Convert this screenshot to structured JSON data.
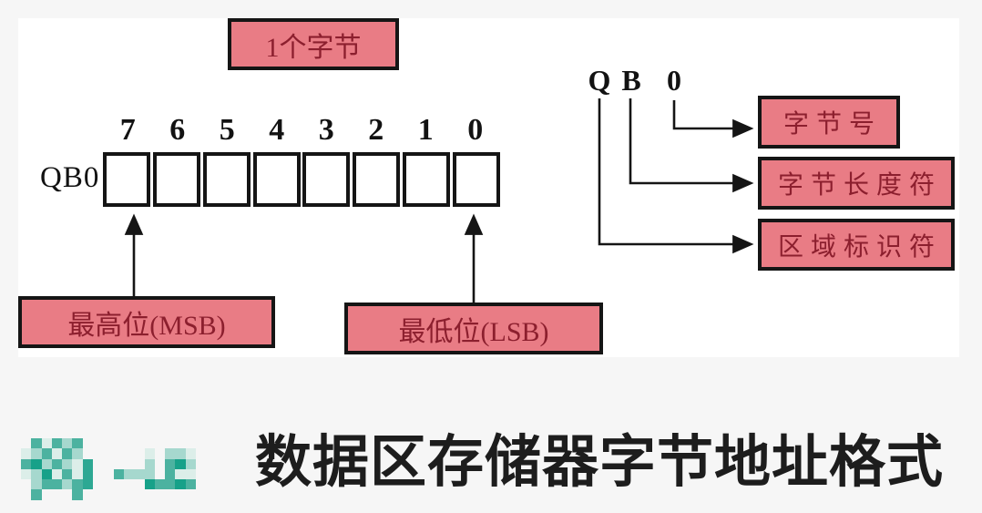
{
  "colors": {
    "background": "#f6f6f6",
    "panel": "#ffffff",
    "pink": "#e97c85",
    "dark_red": "#8c1f2e",
    "line": "#151515",
    "caption": "#1d1d1d"
  },
  "byte_box": {
    "label": "1个字节"
  },
  "register": {
    "name": "QB0",
    "bits": [
      "7",
      "6",
      "5",
      "4",
      "3",
      "2",
      "1",
      "0"
    ]
  },
  "msb_box": {
    "label": "最高位(MSB)"
  },
  "lsb_box": {
    "label": "最低位(LSB)"
  },
  "address_code": {
    "letters": [
      "Q",
      "B",
      "0"
    ]
  },
  "legend_boxes": [
    {
      "label": "字节号"
    },
    {
      "label": "字节长度符"
    },
    {
      "label": "区域标识符"
    }
  ],
  "caption": {
    "text": "数据区存储器字节地址格式"
  },
  "mosaic": {
    "cols": 17,
    "palette": {
      "L": "#dceee9",
      "l": "#a6d8ce",
      "m": "#4cb2a0",
      "M": "#2da893",
      "d": "#17a189"
    },
    "rows": [
      ".mLmlm...........",
      "LlmLml......L.llL",
      "mdlmlLM.....l.mdl",
      "LldLmLM..mlll.mLL",
      ".lmmlmM.....dmmdm",
      ".m...m..........."
    ]
  }
}
